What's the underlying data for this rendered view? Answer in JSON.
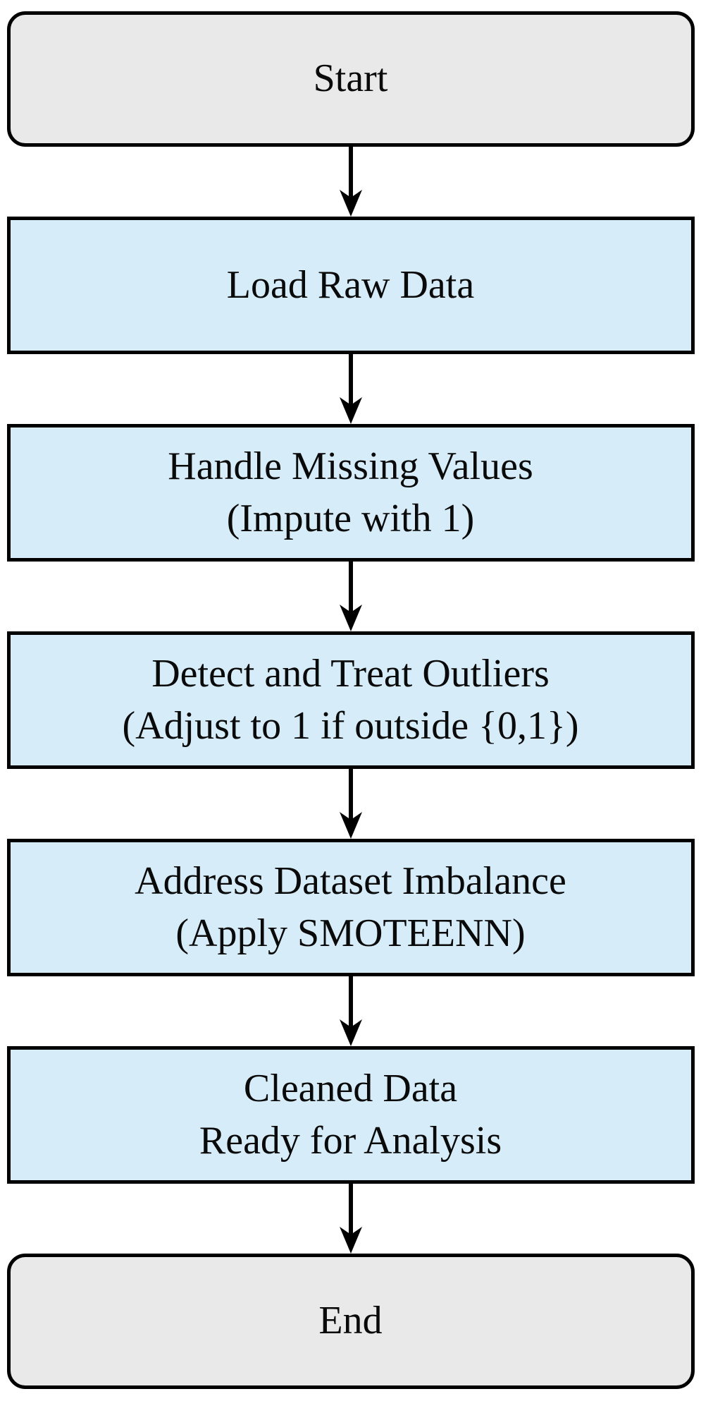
{
  "diagram": {
    "type": "flowchart",
    "direction": "top-to-bottom",
    "nodes": [
      {
        "id": "start",
        "shape": "rounded-terminal",
        "lines": [
          "Start"
        ]
      },
      {
        "id": "load-raw-data",
        "shape": "process",
        "lines": [
          "Load Raw Data"
        ]
      },
      {
        "id": "handle-missing-values",
        "shape": "process",
        "lines": [
          "Handle Missing Values",
          "(Impute with 1)"
        ]
      },
      {
        "id": "detect-and-treat-outliers",
        "shape": "process",
        "lines": [
          "Detect and Treat Outliers",
          "(Adjust to 1 if outside {0,1})"
        ]
      },
      {
        "id": "address-dataset-imbalance",
        "shape": "process",
        "lines": [
          "Address Dataset Imbalance",
          "(Apply SMOTEENN)"
        ]
      },
      {
        "id": "cleaned-data-ready",
        "shape": "process",
        "lines": [
          "Cleaned Data",
          "Ready for Analysis"
        ]
      },
      {
        "id": "end",
        "shape": "rounded-terminal",
        "lines": [
          "End"
        ]
      }
    ],
    "edges": [
      {
        "from": "start",
        "to": "load-raw-data"
      },
      {
        "from": "load-raw-data",
        "to": "handle-missing-values"
      },
      {
        "from": "handle-missing-values",
        "to": "detect-and-treat-outliers"
      },
      {
        "from": "detect-and-treat-outliers",
        "to": "address-dataset-imbalance"
      },
      {
        "from": "address-dataset-imbalance",
        "to": "cleaned-data-ready"
      },
      {
        "from": "cleaned-data-ready",
        "to": "end"
      }
    ],
    "colors": {
      "terminal_fill": "#e9e9e9",
      "process_fill": "#d6edf9",
      "border": "#000000",
      "arrow": "#000000",
      "text": "#0a0a0a",
      "background": "#ffffff"
    }
  }
}
